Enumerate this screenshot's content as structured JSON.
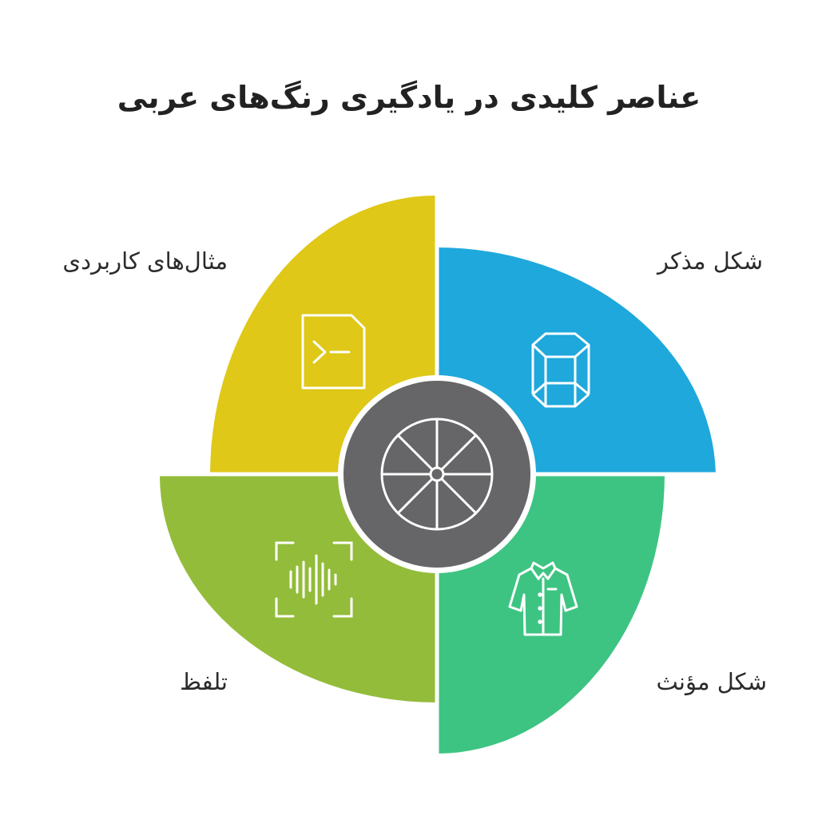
{
  "title": "عناصر کلیدی در یادگیری رنگ‌های عربی",
  "segments": [
    {
      "label": "شکل مذکر",
      "color": "#1FA8DC",
      "icon": "hexagonal-prism-icon"
    },
    {
      "label": "مثال‌های کاربردی",
      "color": "#DFC817",
      "icon": "terminal-document-icon"
    },
    {
      "label": "تلفظ",
      "color": "#93BC3A",
      "icon": "sound-wave-icon"
    },
    {
      "label": "شکل مؤنث",
      "color": "#3EC482",
      "icon": "shirt-icon"
    }
  ],
  "center": {
    "color": "#666567",
    "icon": "wheel-icon"
  }
}
